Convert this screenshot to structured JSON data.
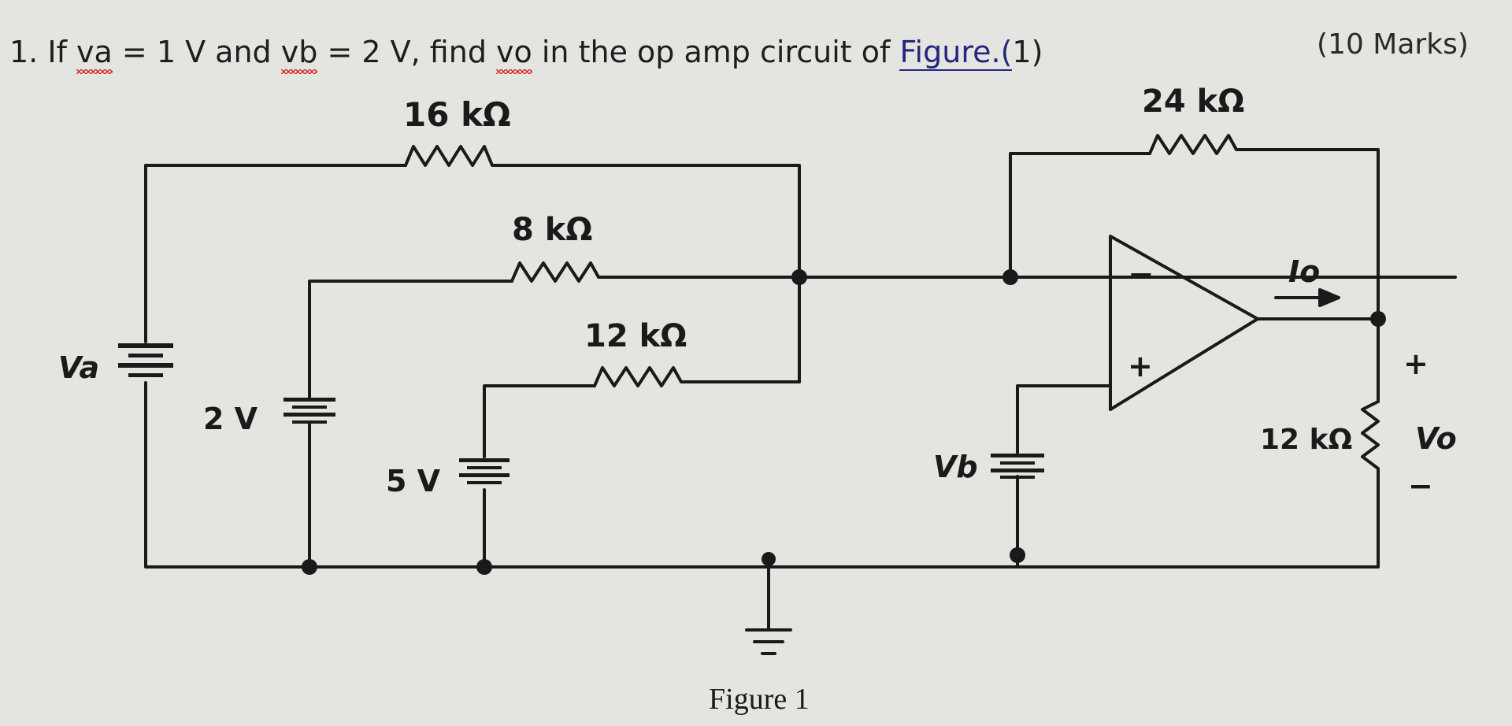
{
  "question": {
    "number": "1.",
    "t1": "If",
    "va": "va",
    "t2": "= 1 V and",
    "vb": "vb",
    "t3": "= 2 V, find",
    "vo": "vo",
    "t4": "in the op amp circuit of",
    "figure_link": "Figure.(",
    "t5": "1)"
  },
  "marks": "(10 Marks)",
  "labels": {
    "r16": "16 kΩ",
    "r8": "8 kΩ",
    "r12_mid": "12 kΩ",
    "r24": "24 kΩ",
    "r12_load": "12 kΩ",
    "v2": "2 V",
    "v5": "5 V",
    "va": "Va",
    "vb": "Vb",
    "vo": "Vo",
    "io": "Io",
    "minus_in": "−",
    "plus_in": "+",
    "vo_plus": "+",
    "vo_minus": "−"
  },
  "caption": "Figure 1",
  "colors": {
    "ink": "#1a1a1a",
    "background": "#e4e5e0",
    "squiggle": "#d62a2a",
    "link": "#23277e"
  }
}
